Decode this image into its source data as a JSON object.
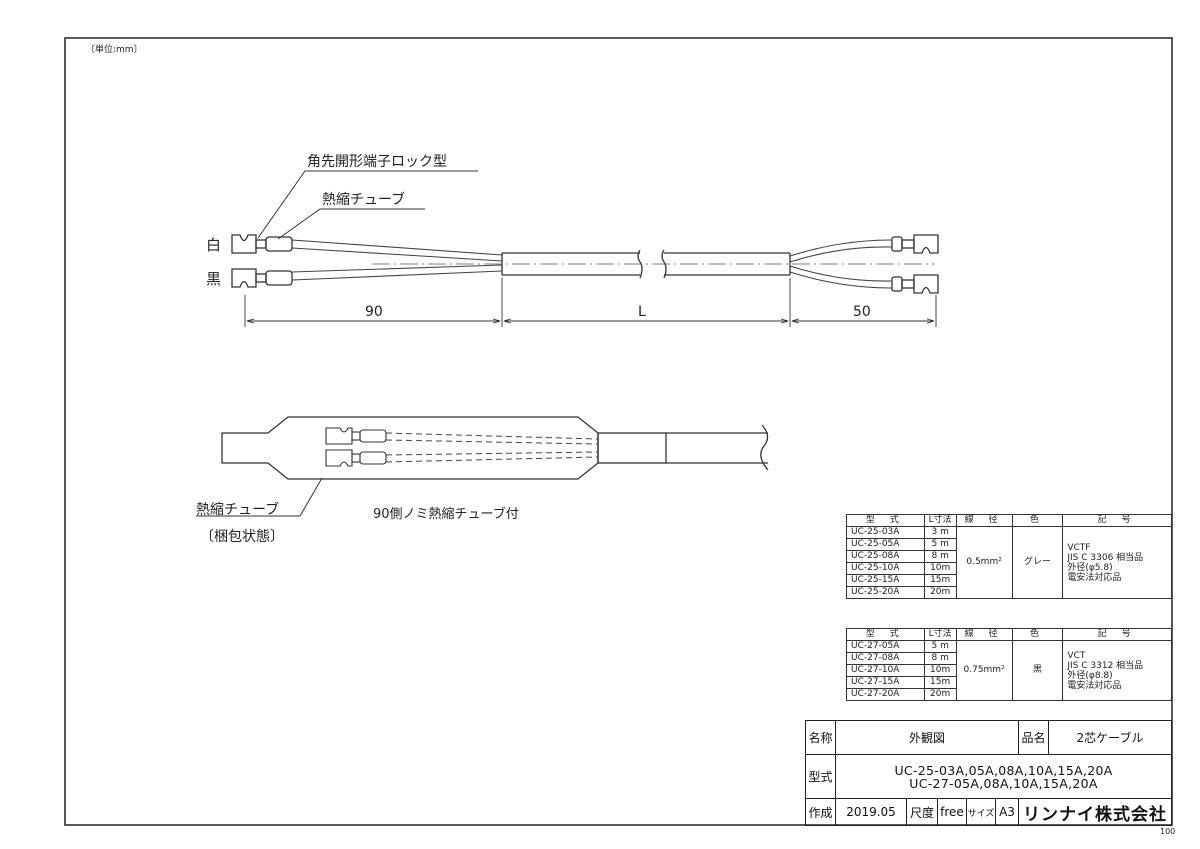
{
  "units_note": "〔単位:mm〕",
  "labels": {
    "terminal": "角先開形端子ロック型",
    "heat_shrink_top": "熱縮チューブ",
    "white": "白",
    "black": "黒",
    "heat_shrink_bottom": "熱縮チューブ",
    "packed_state": "〔梱包状態〕",
    "note_90_side": "90側ノミ熱縮チューブ付"
  },
  "dimensions": {
    "left": "90",
    "middle": "L",
    "right": "50"
  },
  "table1": {
    "headers": [
      "型 式",
      "L寸法",
      "線 径",
      "色",
      "記 号"
    ],
    "rows": [
      {
        "model": "UC-25-03A",
        "length": "3 m"
      },
      {
        "model": "UC-25-05A",
        "length": "5 m"
      },
      {
        "model": "UC-25-08A",
        "length": "8 m"
      },
      {
        "model": "UC-25-10A",
        "length": "10m"
      },
      {
        "model": "UC-25-15A",
        "length": "15m"
      },
      {
        "model": "UC-25-20A",
        "length": "20m"
      }
    ],
    "wire_size": "0.5mm²",
    "color": "グレー",
    "note": "VCTF\nJIS C 3306 相当品\n 外径(φ5.8)\n電安法対応品"
  },
  "table2": {
    "headers": [
      "型 式",
      "L寸法",
      "線 径",
      "色",
      "記 号"
    ],
    "rows": [
      {
        "model": "UC-27-05A",
        "length": "5 m"
      },
      {
        "model": "UC-27-08A",
        "length": "8 m"
      },
      {
        "model": "UC-27-10A",
        "length": "10m"
      },
      {
        "model": "UC-27-15A",
        "length": "15m"
      },
      {
        "model": "UC-27-20A",
        "length": "20m"
      }
    ],
    "wire_size": "0.75mm²",
    "color": "黒",
    "note": "VCT\nJIS C 3312 相当品\n 外径(φ8.8)\n電安法対応品"
  },
  "title_block": {
    "name_label": "名称",
    "name_value": "外観図",
    "product_label": "品名",
    "product_value": "2芯ケーブル",
    "model_label": "型式",
    "model_line1": "UC-25-03A,05A,08A,10A,15A,20A",
    "model_line2": "UC-27-05A,08A,10A,15A,20A",
    "made_label": "作成",
    "made_date": "2019.05",
    "scale_label": "尺度",
    "scale_value": "free",
    "size_label": "サイズ",
    "size_value": "A3",
    "company": "リンナイ株式会社"
  },
  "sheet_number": "100"
}
